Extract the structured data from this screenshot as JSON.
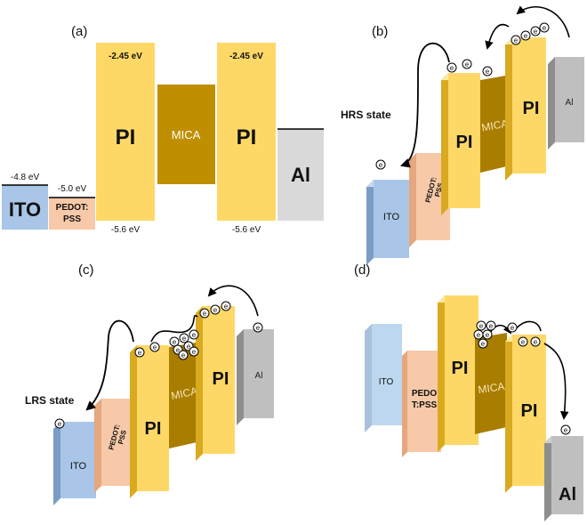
{
  "panels": {
    "a": {
      "label": "(a)",
      "ito": "ITO",
      "pedot_line1": "PEDOT:",
      "pedot_line2": "PSS",
      "pi_left": "PI",
      "mica": "MICA",
      "pi_right": "PI",
      "al": "Al",
      "e_ito": "-4.8 eV",
      "e_pedot": "-5.0 eV",
      "e_pi_left_top": "-2.45 eV",
      "e_pi_left_bottom": "-5.6 eV",
      "e_pi_right_top": "-2.45 eV",
      "e_pi_right_bottom": "-5.6 eV"
    },
    "b": {
      "label": "(b)",
      "state": "HRS state",
      "ito": "ITO",
      "pedot_line1": "PEDOT:",
      "pedot_line2": "PSS",
      "pi_left": "PI",
      "mica": "MICA",
      "pi_right": "PI",
      "al": "Al"
    },
    "c": {
      "label": "(c)",
      "state": "LRS state",
      "ito": "ITO",
      "pedot_line1": "PEDOT:",
      "pedot_line2": "PSS",
      "pi_left": "PI",
      "mica": "MICA",
      "pi_right": "PI",
      "al": "Al"
    },
    "d": {
      "label": "(d)",
      "ito": "ITO",
      "pedot_line1": "PEDO",
      "pedot_line2": "T:PSS",
      "pi_left": "PI",
      "mica": "MICA",
      "pi_right": "PI",
      "al": "Al"
    }
  },
  "electron_symbol": "e",
  "colors": {
    "ito": "#a9c6e8",
    "pedot": "#f7c9a8",
    "pi": "#fed866",
    "mica": "#bf8f00",
    "al": "#d9d9d9"
  }
}
